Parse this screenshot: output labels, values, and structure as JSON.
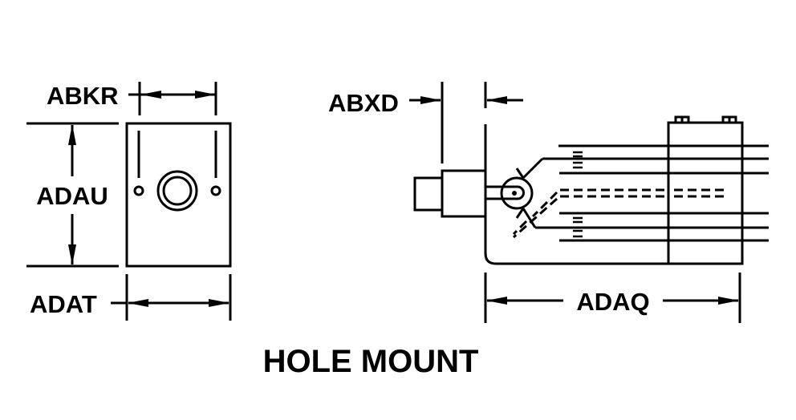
{
  "labels": {
    "abkr": "ABKR",
    "adau": "ADAU",
    "adat": "ADAT",
    "abxd": "ABXD",
    "adaq": "ADAQ"
  },
  "caption": "HOLE MOUNT",
  "colors": {
    "ink": "#000000",
    "background": "#ffffff"
  }
}
